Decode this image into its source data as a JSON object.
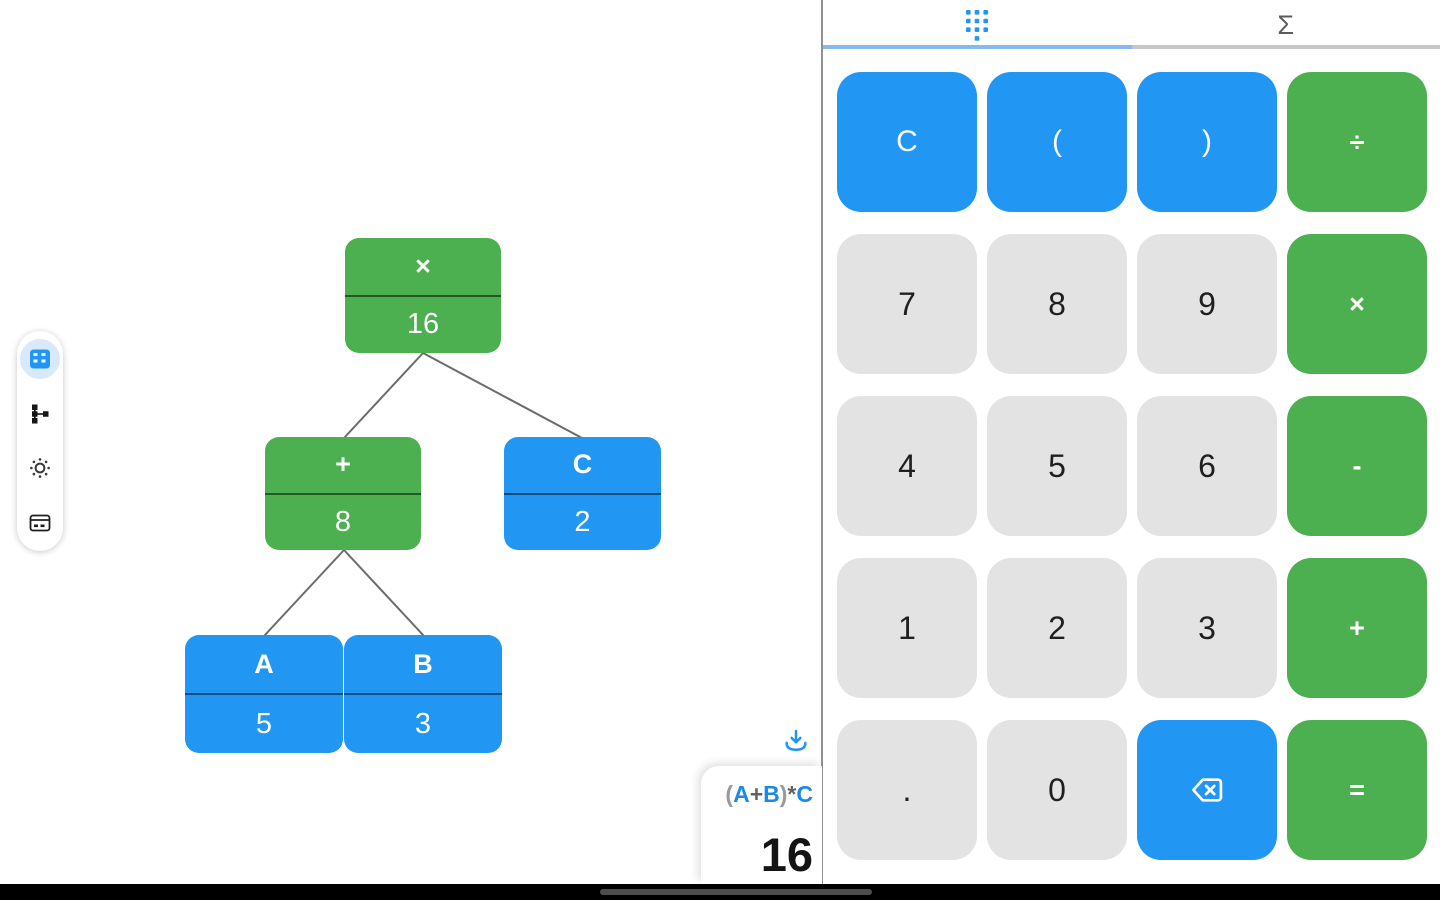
{
  "colors": {
    "green": "#4CAF50",
    "blue": "#2196F3",
    "key_gray": "#E3E3E3",
    "active_tab_indicator": "#87b8ef",
    "inactive_tab_indicator": "#c6c6c6"
  },
  "left_toolbar": {
    "items": [
      {
        "name": "keypad-view",
        "selected": true
      },
      {
        "name": "tree-view",
        "selected": false
      },
      {
        "name": "brightness",
        "selected": false
      },
      {
        "name": "display-card",
        "selected": false
      }
    ]
  },
  "tree": {
    "root": {
      "op": "×",
      "value": "16"
    },
    "plus": {
      "op": "+",
      "value": "8"
    },
    "c": {
      "op": "C",
      "value": "2"
    },
    "a": {
      "op": "A",
      "value": "5"
    },
    "b": {
      "op": "B",
      "value": "3"
    }
  },
  "result": {
    "expr": {
      "p1": "(",
      "a": "A",
      "plus": "+",
      "b": "B",
      "p2": ")",
      "times": "*",
      "c": "C"
    },
    "value": "16"
  },
  "tabs": {
    "left_icon": "dialpad",
    "right_glyph": "Σ"
  },
  "keys": {
    "r1": [
      "C",
      "(",
      ")",
      "÷"
    ],
    "r2": [
      "7",
      "8",
      "9",
      "×"
    ],
    "r3": [
      "4",
      "5",
      "6",
      "-"
    ],
    "r4": [
      "1",
      "2",
      "3",
      "+"
    ],
    "r5": [
      ".",
      "0",
      "backspace",
      "="
    ]
  }
}
